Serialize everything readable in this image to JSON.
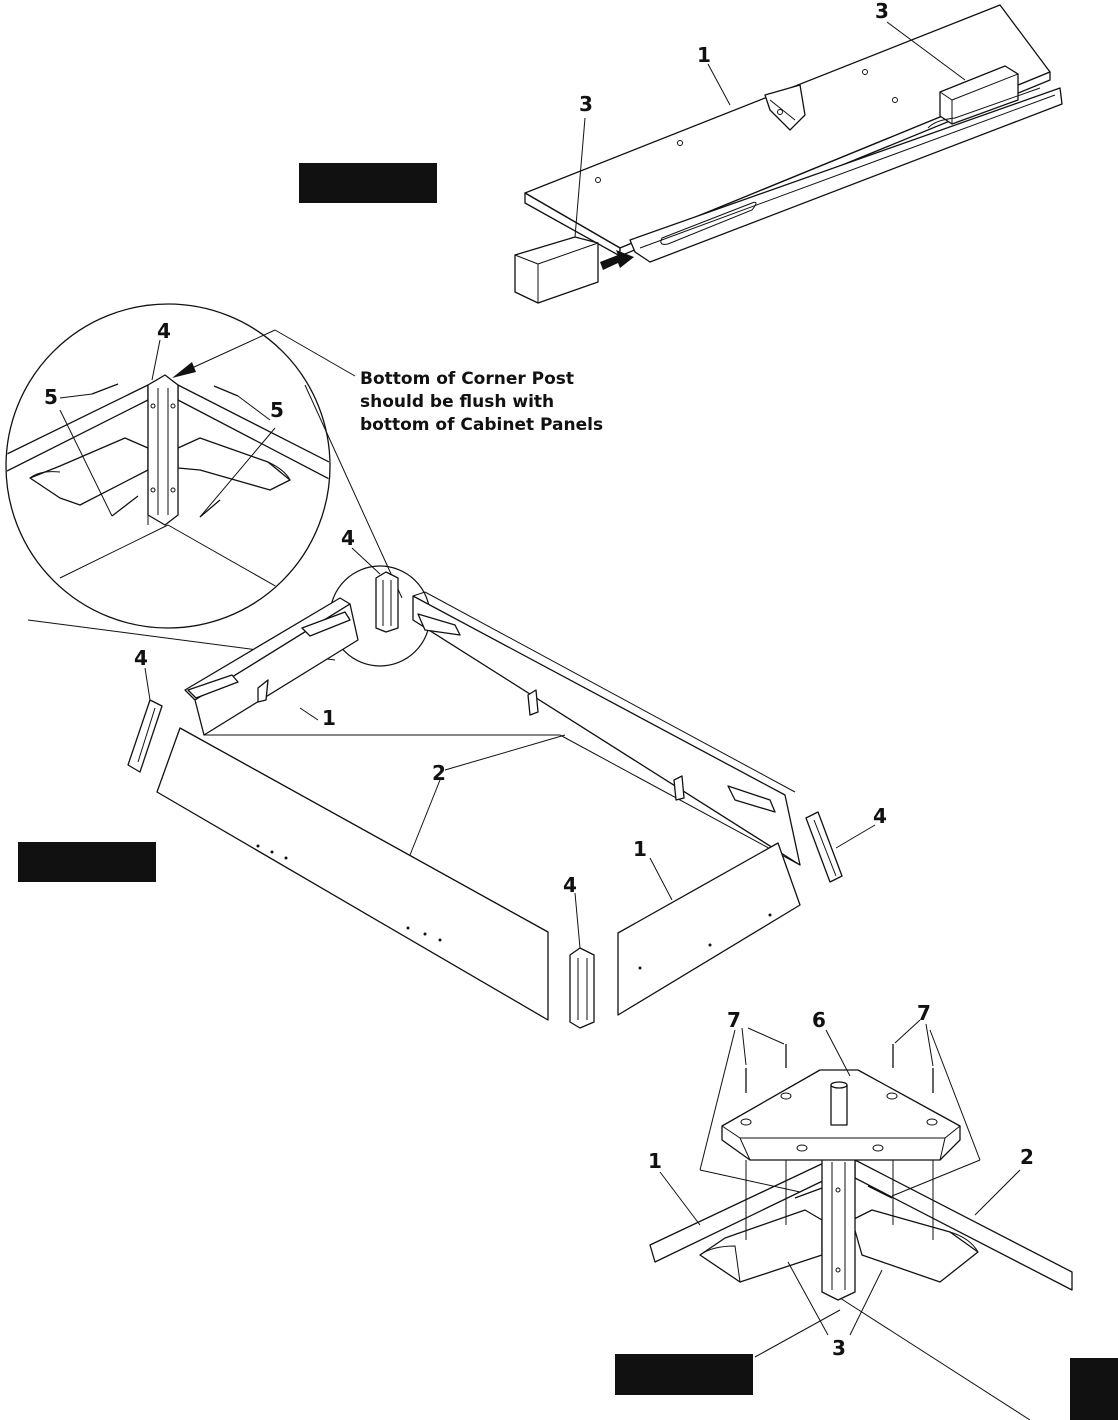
{
  "callouts": {
    "panel": "1",
    "back_panel": "2",
    "cleat": "3",
    "corner_post": "4",
    "post_screw": "5",
    "corner_block": "6",
    "block_screw": "7"
  },
  "note": {
    "line1": "Bottom of Corner Post",
    "line2": "should be flush with",
    "line3": "bottom of Cabinet Panels"
  },
  "colors": {
    "ink": "#111111",
    "paper": "#ffffff"
  }
}
